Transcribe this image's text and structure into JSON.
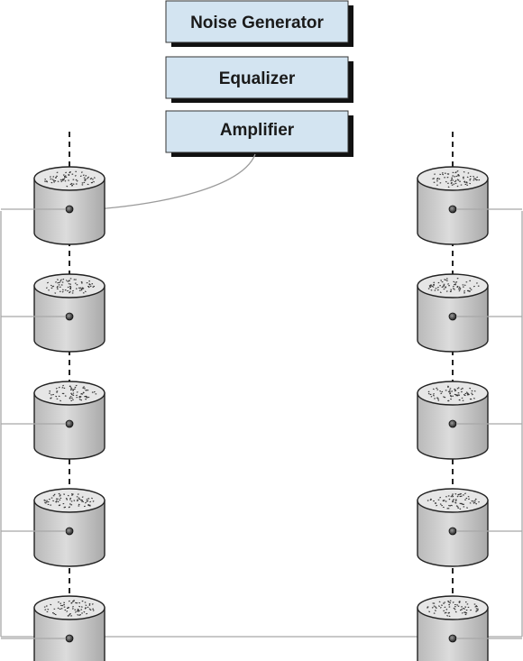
{
  "blocks": [
    {
      "label": "Noise Generator"
    },
    {
      "label": "Equalizer"
    },
    {
      "label": "Amplifier"
    }
  ],
  "columns": [
    {
      "side": "left",
      "speaker_count": 5
    },
    {
      "side": "right",
      "speaker_count": 5
    }
  ],
  "colors": {
    "block_fill": "#d3e4f1",
    "block_shadow": "#111111",
    "speaker_body": "#c9c9c9",
    "speaker_top": "#e4e4e4",
    "wire": "#9b9b9b",
    "axis": "#222222"
  }
}
